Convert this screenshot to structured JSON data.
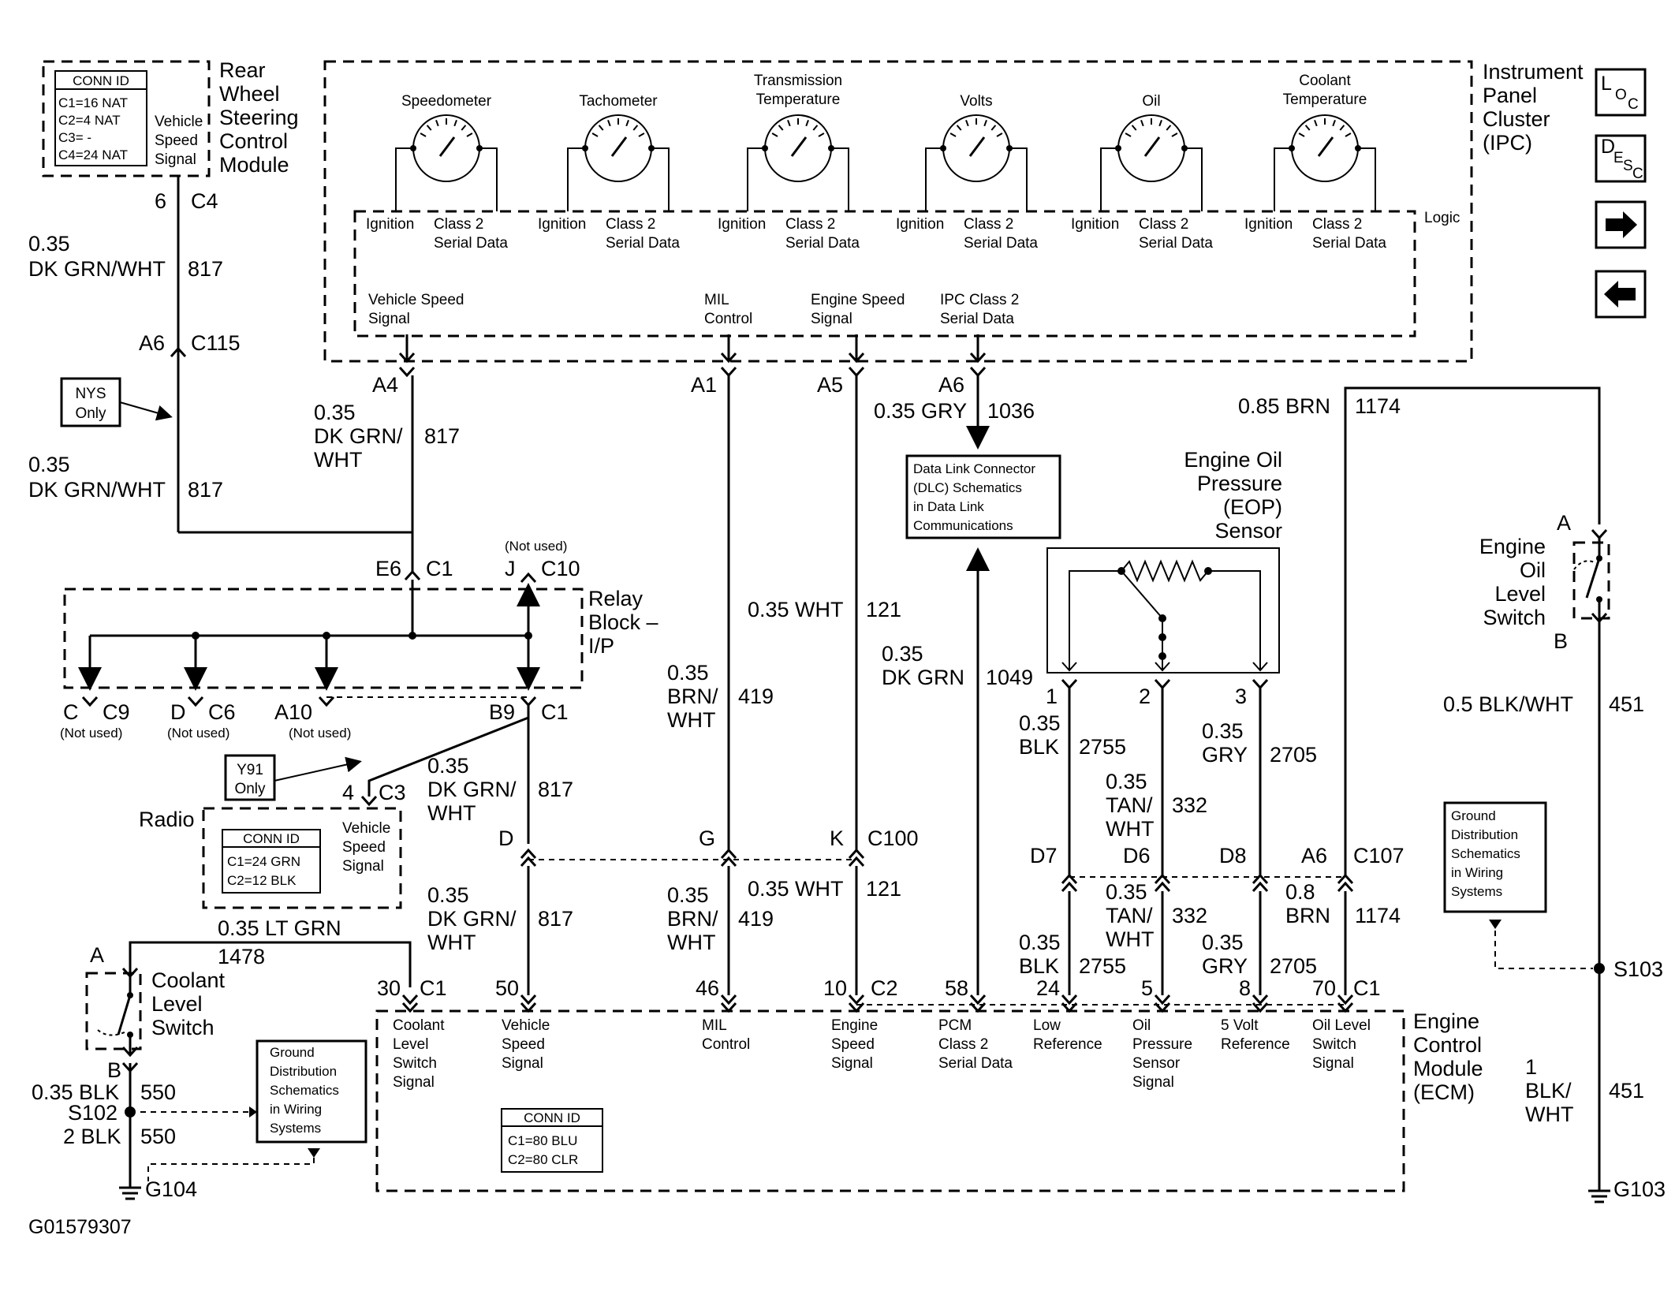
{
  "figure_id": "G01579307",
  "nav": {
    "loc_text": "LOC",
    "desc_text": "DESC"
  },
  "rwsc": {
    "name_lines": [
      "Rear",
      "Wheel",
      "Steering",
      "Control",
      "Module"
    ],
    "conn_title": "CONN ID",
    "conn_lines": [
      "C1=16 NAT",
      "C2=4 NAT",
      "C3= -",
      "C4=24 NAT"
    ],
    "signal_lines": [
      "Vehicle",
      "Speed",
      "Signal"
    ],
    "pin": "6",
    "conn": "C4"
  },
  "ipc": {
    "name_lines": [
      "Instrument",
      "Panel",
      "Cluster",
      "(IPC)"
    ],
    "logic": "Logic",
    "gauges": [
      {
        "title": [
          "Speedometer"
        ]
      },
      {
        "title": [
          "Tachometer"
        ]
      },
      {
        "title": [
          "Transmission",
          "Temperature"
        ]
      },
      {
        "title": [
          "Volts"
        ]
      },
      {
        "title": [
          "Oil"
        ]
      },
      {
        "title": [
          "Coolant",
          "Temperature"
        ]
      }
    ],
    "ignition": "Ignition",
    "class2": [
      "Class 2",
      "Serial Data"
    ],
    "signals": {
      "vss": [
        "Vehicle Speed",
        "Signal"
      ],
      "mil": [
        "MIL",
        "Control"
      ],
      "ess": [
        "Engine Speed",
        "Signal"
      ],
      "ipc2": [
        "IPC Class 2",
        "Serial Data"
      ]
    },
    "pins": {
      "a4": "A4",
      "a1": "A1",
      "a5": "A5",
      "a6": "A6"
    }
  },
  "wires": {
    "w817_top": {
      "gauge": "0.35",
      "color": "DK GRN/WHT",
      "circuit": "817"
    },
    "c115": {
      "pin": "A6",
      "conn": "C115"
    },
    "nys": [
      "NYS",
      "Only"
    ],
    "w817_low": {
      "gauge": "0.35",
      "color": "DK GRN/WHT",
      "circuit": "817"
    },
    "w817_ipc": {
      "gauge": "0.35",
      "color_lines": [
        "DK GRN/",
        "WHT"
      ],
      "circuit": "817"
    },
    "w1036": {
      "gauge_color": "0.35 GRY",
      "circuit": "1036"
    },
    "w1174_top": {
      "gauge_color": "0.85 BRN",
      "circuit": "1174"
    },
    "w121_top": {
      "gauge_color": "0.35 WHT",
      "circuit": "121"
    },
    "w419_top": {
      "gauge": "0.35",
      "color_lines": [
        "BRN/",
        "WHT"
      ],
      "circuit": "419"
    },
    "w1049": {
      "gauge": "0.35",
      "color": "DK GRN",
      "circuit": "1049"
    },
    "w817_rb": {
      "gauge": "0.35",
      "color_lines": [
        "DK GRN/",
        "WHT"
      ],
      "circuit": "817"
    },
    "w817_ecm": {
      "gauge": "0.35",
      "color_lines": [
        "DK GRN/",
        "WHT"
      ],
      "circuit": "817"
    },
    "w419_ecm": {
      "gauge": "0.35",
      "color_lines": [
        "BRN/",
        "WHT"
      ],
      "circuit": "419"
    },
    "w121_ecm": {
      "gauge_color": "0.35 WHT",
      "circuit": "121"
    },
    "w2755_top": {
      "gauge": "0.35",
      "color": "BLK",
      "circuit": "2755"
    },
    "w332_top": {
      "gauge": "0.35",
      "color_lines": [
        "TAN/",
        "WHT"
      ],
      "circuit": "332"
    },
    "w2705_top": {
      "gauge": "0.35",
      "color": "GRY",
      "circuit": "2705"
    },
    "w332_low": {
      "gauge": "0.35",
      "color_lines": [
        "TAN/",
        "WHT"
      ],
      "circuit": "332"
    },
    "w2755_low": {
      "gauge": "0.35",
      "color": "BLK",
      "circuit": "2755"
    },
    "w2705_low": {
      "gauge": "0.35",
      "color": "GRY",
      "circuit": "2705"
    },
    "w1174_low": {
      "gauge": "0.8",
      "color": "BRN",
      "circuit": "1174"
    },
    "w451_top": {
      "gauge_color": "0.5 BLK/WHT",
      "circuit": "451"
    },
    "w451_low": {
      "gauge": "1",
      "color_lines": [
        "BLK/",
        "WHT"
      ],
      "circuit": "451"
    },
    "w1478": {
      "gauge_color": "0.35 LT GRN",
      "circuit": "1478"
    },
    "w550_top": {
      "gauge_color": "0.35 BLK",
      "circuit": "550"
    },
    "w550_low": {
      "gauge_color": "2 BLK",
      "circuit": "550"
    }
  },
  "relay_block": {
    "name_lines": [
      "Relay",
      "Block –",
      "I/P"
    ],
    "e6": "E6",
    "c1": "C1",
    "j": "J",
    "c10": "C10",
    "not_used": "(Not used)",
    "c": "C",
    "c9": "C9",
    "d": "D",
    "c6": "C6",
    "a10": "A10",
    "b9": "B9",
    "c1b": "C1"
  },
  "dlc_box": [
    "Data Link Connector",
    "(DLC) Schematics",
    "in Data Link",
    "Communications"
  ],
  "eop": {
    "name_lines": [
      "Engine Oil",
      "Pressure",
      "(EOP)",
      "Sensor"
    ],
    "pins": [
      "1",
      "2",
      "3"
    ]
  },
  "eol_switch": {
    "name_lines": [
      "Engine",
      "Oil",
      "Level",
      "Switch"
    ],
    "a": "A",
    "b": "B"
  },
  "radio": {
    "name": "Radio",
    "y91": [
      "Y91",
      "Only"
    ],
    "pin": "4",
    "conn": "C3",
    "conn_title": "CONN ID",
    "conn_lines": [
      "C1=24 GRN",
      "C2=12 BLK"
    ],
    "signal_lines": [
      "Vehicle",
      "Speed",
      "Signal"
    ]
  },
  "c100": {
    "d": "D",
    "g": "G",
    "k": "K",
    "conn": "C100"
  },
  "c107": {
    "d7": "D7",
    "d6": "D6",
    "d8": "D8",
    "a6": "A6",
    "conn": "C107"
  },
  "gd_right": [
    "Ground",
    "Distribution",
    "Schematics",
    "in Wiring",
    "Systems"
  ],
  "gd_left": [
    "Ground",
    "Distribution",
    "Schematics",
    "in Wiring",
    "Systems"
  ],
  "s103": "S103",
  "g103": "G103",
  "s102": "S102",
  "g104": "G104",
  "coolant_switch": {
    "name_lines": [
      "Coolant",
      "Level",
      "Switch"
    ],
    "a": "A",
    "b": "B"
  },
  "ecm": {
    "name_lines": [
      "Engine",
      "Control",
      "Module",
      "(ECM)"
    ],
    "pins": [
      "30",
      "50",
      "46",
      "10",
      "58",
      "24",
      "5",
      "8",
      "70"
    ],
    "conn_c1": "C1",
    "conn_c2": "C2",
    "conn_c1b": "C1",
    "labels": {
      "coolant": [
        "Coolant",
        "Level",
        "Switch",
        "Signal"
      ],
      "vss": [
        "Vehicle",
        "Speed",
        "Signal"
      ],
      "mil": [
        "MIL",
        "Control"
      ],
      "ess": [
        "Engine",
        "Speed",
        "Signal"
      ],
      "pcm": [
        "PCM",
        "Class 2",
        "Serial Data"
      ],
      "lowref": [
        "Low",
        "Reference"
      ],
      "ops": [
        "Oil",
        "Pressure",
        "Sensor",
        "Signal"
      ],
      "fivev": [
        "5 Volt",
        "Reference"
      ],
      "oil_level": [
        "Oil Level",
        "Switch",
        "Signal"
      ]
    },
    "conn_title": "CONN ID",
    "conn_lines": [
      "C1=80 BLU",
      "C2=80 CLR"
    ]
  }
}
